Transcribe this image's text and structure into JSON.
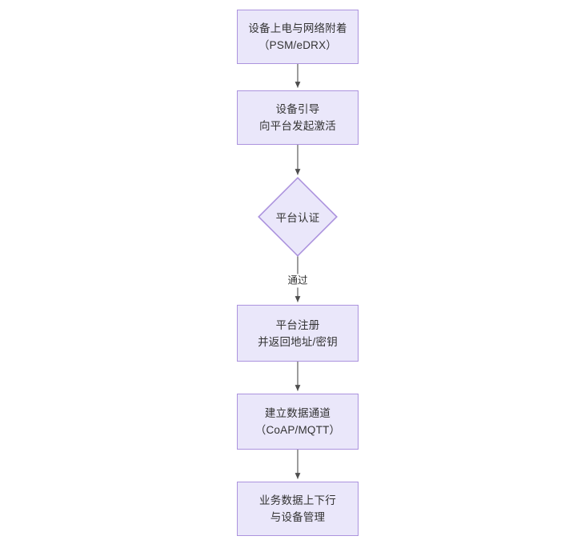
{
  "diagram": {
    "type": "flowchart",
    "orientation": "top-to-bottom",
    "theme": {
      "node_fill": "#eae7fa",
      "node_border": "#ac93de",
      "text_color": "#333333",
      "edge_color": "#4d4d4d",
      "background": "#ffffff"
    },
    "nodes": [
      {
        "id": "power-on",
        "shape": "rect",
        "line1": "设备上电与网络附着",
        "line2": "（PSM/eDRX）"
      },
      {
        "id": "bootstrap",
        "shape": "rect",
        "line1": "设备引导",
        "line2": "向平台发起激活"
      },
      {
        "id": "platform-auth",
        "shape": "diamond",
        "line1": "平台认证",
        "line2": ""
      },
      {
        "id": "platform-register",
        "shape": "rect",
        "line1": "平台注册",
        "line2": "并返回地址/密钥"
      },
      {
        "id": "data-channel",
        "shape": "rect",
        "line1": "建立数据通道",
        "line2": "（CoAP/MQTT）"
      },
      {
        "id": "business-data",
        "shape": "rect",
        "line1": "业务数据上下行",
        "line2": "与设备管理"
      }
    ],
    "edges": [
      {
        "id": "e1",
        "from": "power-on",
        "to": "bootstrap",
        "label": ""
      },
      {
        "id": "e2",
        "from": "bootstrap",
        "to": "platform-auth",
        "label": ""
      },
      {
        "id": "e3",
        "from": "platform-auth",
        "to": "platform-register",
        "label": "通过"
      },
      {
        "id": "e4",
        "from": "platform-register",
        "to": "data-channel",
        "label": ""
      },
      {
        "id": "e5",
        "from": "data-channel",
        "to": "business-data",
        "label": ""
      }
    ]
  }
}
